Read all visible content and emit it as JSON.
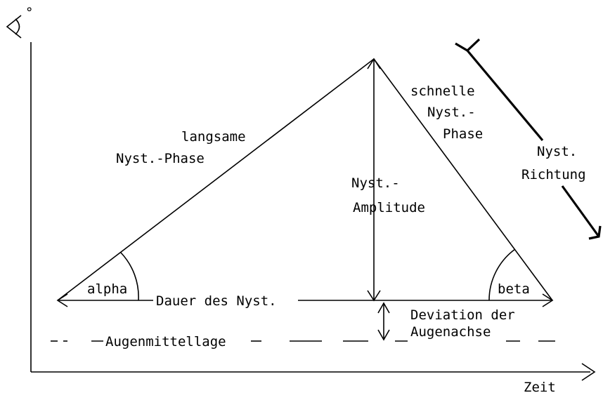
{
  "axes": {
    "y_unit": "°",
    "x_label": "Zeit"
  },
  "labels": {
    "slow_phase": [
      "langsame",
      "Nyst.-Phase"
    ],
    "fast_phase": [
      "schnelle",
      "Nyst.-",
      "Phase"
    ],
    "direction": [
      "Nyst.",
      "Richtung"
    ],
    "amplitude": [
      "Nyst.-",
      "Amplitude"
    ],
    "duration": "Dauer des Nyst.",
    "alpha": "alpha",
    "beta": "beta",
    "deviation": [
      "Deviation der",
      "Augenachse"
    ],
    "midline": "Augenmittellage"
  }
}
